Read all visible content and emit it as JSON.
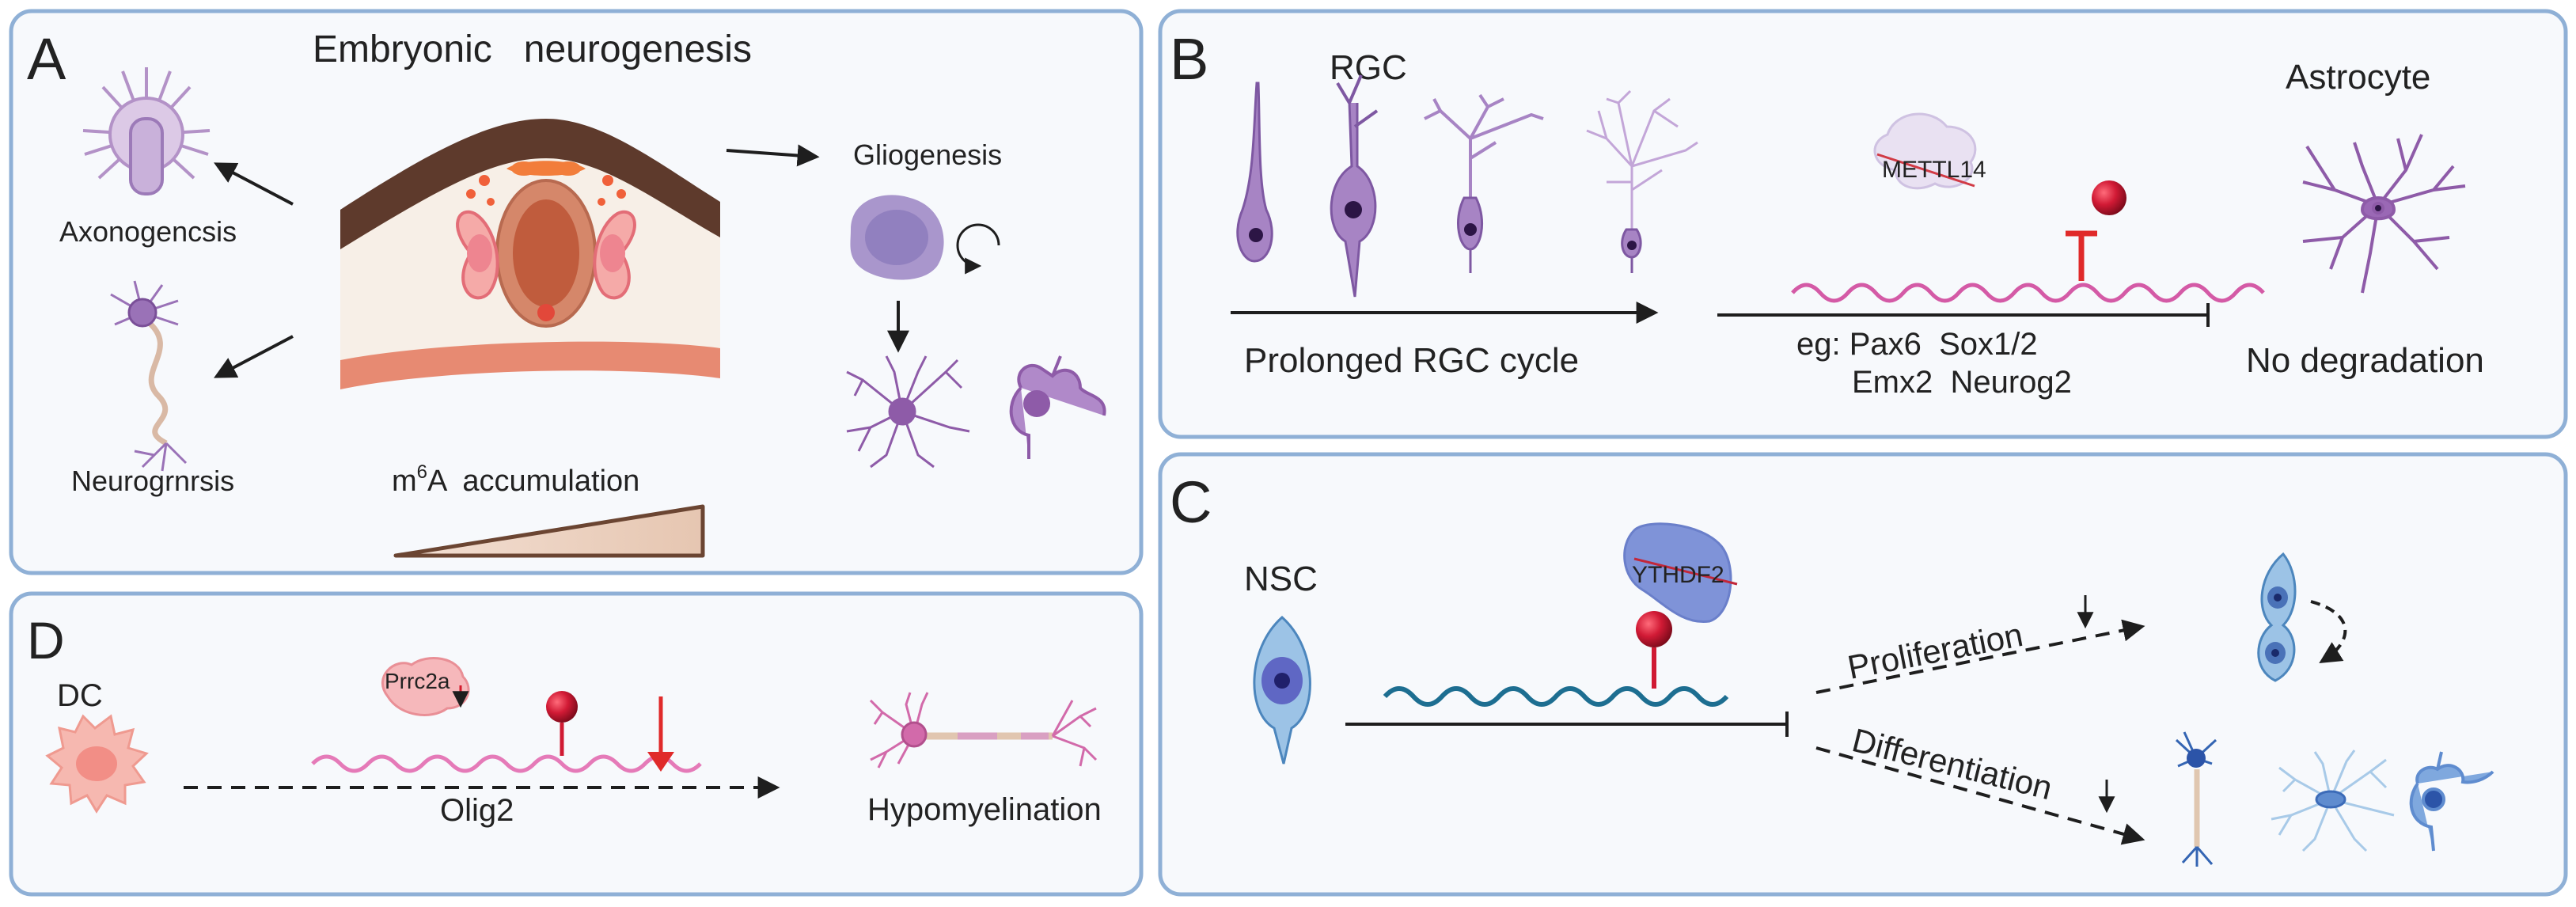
{
  "panels": {
    "a": {
      "letter": "A",
      "title": "Embryonic   neurogenesis",
      "axon_label": "Axonogencsis",
      "neuro_label": "Neurogrnrsis",
      "glio_label": "Gliogenesis",
      "m6a_prefix": "m",
      "m6a_sup": "6",
      "m6a_suffix": "A  accumulation"
    },
    "b": {
      "letter": "B",
      "rgc_label": "RGC",
      "cycle_label": "Prolonged RGC cycle",
      "enzyme_label": "METTL14",
      "genes_line1": "eg: Pax6  Sox1/2",
      "genes_line2": "Emx2  Neurog2",
      "astro_label": "Astrocyte",
      "no_deg_label": "No degradation"
    },
    "c": {
      "letter": "C",
      "nsc_label": "NSC",
      "reader_label": "YTHDF2",
      "prolif_label": "Proliferation",
      "diff_label": "Differentiation"
    },
    "d": {
      "letter": "D",
      "dc_label": "DC",
      "protein_label": "Prrc2a",
      "gene_label": "Olig2",
      "outcome_label": "Hypomyelination"
    }
  },
  "colors": {
    "panel_border": "#8fb0d6",
    "purple": "#8e5ba8",
    "pink_rna": "#d45aa6",
    "blue_rna": "#1d6e91",
    "red_mark": "#c01c34",
    "brown": "#6b4532"
  }
}
